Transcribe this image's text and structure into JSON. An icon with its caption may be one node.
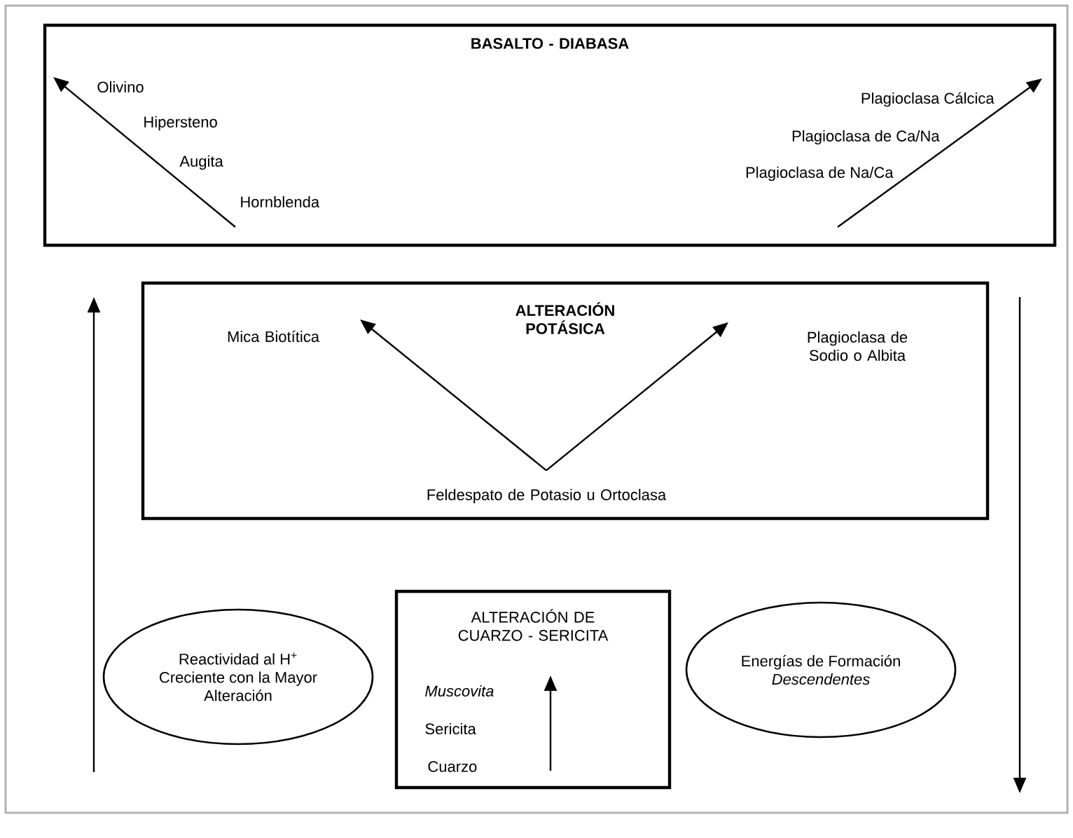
{
  "diagram": {
    "nodes": [
      {
        "text": [
          "BASALTO - DIABASA"
        ]
      },
      {
        "text": [
          "ALTERACIÓN POTÁSICA"
        ]
      },
      {
        "text": [
          "Mica Biotítica"
        ],
        "in": 1
      },
      {
        "text": [
          "Plagioclasa de Sodio o Albita"
        ],
        "in": 1
      },
      {
        "text": [
          "Feldespato de Potasio u Ortoclasa"
        ],
        "in": 1
      },
      {
        "text": [
          "ALTERACIÓN DE CUARZO - SERICITA"
        ]
      },
      {
        "text": [
          "Reactividad al H$^{+}$ Creciente con la Mayor Alteración"
        ]
      },
      {
        "text": [
          "Energías de Formación *Descendentes*"
        ]
      }
    ],
    "edges": [
      {
        "from": 4,
        "to": 2,
        "arrow": "to"
      },
      {
        "from": 4,
        "to": 3,
        "arrow": "to"
      }
    ],
    "labels": [
      "Olivino",
      "Hipersteno",
      "Augita",
      "Hornblenda",
      "Plagioclasa Cálcica",
      "Plagioclasa de Ca/Na",
      "Plagioclasa de Na/Ca",
      "Muscovita",
      "Sericita",
      "Cuarzo"
    ]
  }
}
